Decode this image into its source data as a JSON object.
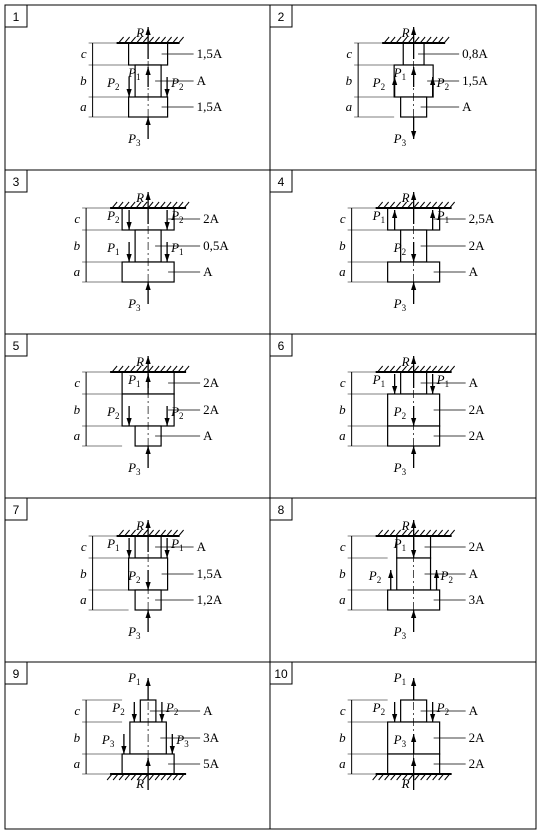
{
  "panels": [
    {
      "number": "1",
      "ground": "top",
      "dims": [
        "c",
        "b",
        "a"
      ],
      "parts": [
        {
          "area": "1,5A",
          "w": 1.5
        },
        {
          "area": "A",
          "w": 1.0
        },
        {
          "area": "1,5A",
          "w": 1.5
        }
      ],
      "forces": [
        {
          "name": "R",
          "sub": "",
          "at": "ground",
          "dir": "up",
          "side": "center"
        },
        {
          "name": "P",
          "sub": "1",
          "at": "mid0",
          "dir": "up",
          "side": "center"
        },
        {
          "name": "P",
          "sub": "2",
          "at": "b1",
          "dir": "down",
          "side": "left"
        },
        {
          "name": "P",
          "sub": "2",
          "at": "b1",
          "dir": "down",
          "side": "right"
        },
        {
          "name": "P",
          "sub": "3",
          "at": "free",
          "dir": "up",
          "side": "center"
        }
      ]
    },
    {
      "number": "2",
      "ground": "top",
      "dims": [
        "c",
        "b",
        "a"
      ],
      "parts": [
        {
          "area": "0,8A",
          "w": 0.8
        },
        {
          "area": "1,5A",
          "w": 1.5
        },
        {
          "area": "A",
          "w": 1.0
        }
      ],
      "forces": [
        {
          "name": "R",
          "sub": "",
          "at": "ground",
          "dir": "up",
          "side": "center"
        },
        {
          "name": "P",
          "sub": "1",
          "at": "mid0",
          "dir": "up",
          "side": "center"
        },
        {
          "name": "P",
          "sub": "2",
          "at": "b1",
          "dir": "up",
          "side": "left"
        },
        {
          "name": "P",
          "sub": "2",
          "at": "b1",
          "dir": "up",
          "side": "right"
        },
        {
          "name": "P",
          "sub": "3",
          "at": "free",
          "dir": "down",
          "side": "center"
        }
      ]
    },
    {
      "number": "3",
      "ground": "top",
      "dims": [
        "c",
        "b",
        "a"
      ],
      "parts": [
        {
          "area": "2A",
          "w": 2.0
        },
        {
          "area": "0,5A",
          "w": 1.0
        },
        {
          "area": "A",
          "w": 2.0
        }
      ],
      "forces": [
        {
          "name": "R",
          "sub": "",
          "at": "ground",
          "dir": "up",
          "side": "center"
        },
        {
          "name": "P",
          "sub": "2",
          "at": "b0",
          "dir": "down",
          "side": "left"
        },
        {
          "name": "P",
          "sub": "2",
          "at": "b0",
          "dir": "down",
          "side": "right"
        },
        {
          "name": "P",
          "sub": "1",
          "at": "b1",
          "dir": "down",
          "side": "left"
        },
        {
          "name": "P",
          "sub": "1",
          "at": "b1",
          "dir": "down",
          "side": "right"
        },
        {
          "name": "P",
          "sub": "3",
          "at": "free",
          "dir": "up",
          "side": "center"
        }
      ]
    },
    {
      "number": "4",
      "ground": "top",
      "dims": [
        "c",
        "b",
        "a"
      ],
      "parts": [
        {
          "area": "2,5A",
          "w": 2.0
        },
        {
          "area": "2A",
          "w": 1.0
        },
        {
          "area": "A",
          "w": 2.0
        }
      ],
      "forces": [
        {
          "name": "R",
          "sub": "",
          "at": "ground",
          "dir": "up",
          "side": "center"
        },
        {
          "name": "P",
          "sub": "1",
          "at": "b0",
          "dir": "up",
          "side": "left"
        },
        {
          "name": "P",
          "sub": "1",
          "at": "b0",
          "dir": "up",
          "side": "right"
        },
        {
          "name": "P",
          "sub": "2",
          "at": "b1",
          "dir": "down",
          "side": "center"
        },
        {
          "name": "P",
          "sub": "3",
          "at": "free",
          "dir": "up",
          "side": "center"
        }
      ]
    },
    {
      "number": "5",
      "ground": "top",
      "dims": [
        "c",
        "b",
        "a"
      ],
      "parts": [
        {
          "area": "2A",
          "w": 2.0
        },
        {
          "area": "2A",
          "w": 2.0
        },
        {
          "area": "A",
          "w": 1.0
        }
      ],
      "forces": [
        {
          "name": "R",
          "sub": "",
          "at": "ground",
          "dir": "up",
          "side": "center"
        },
        {
          "name": "P",
          "sub": "1",
          "at": "b0",
          "dir": "up",
          "side": "center"
        },
        {
          "name": "P",
          "sub": "2",
          "at": "b1",
          "dir": "down",
          "side": "left"
        },
        {
          "name": "P",
          "sub": "2",
          "at": "b1",
          "dir": "down",
          "side": "right"
        },
        {
          "name": "P",
          "sub": "3",
          "at": "free",
          "dir": "up",
          "side": "center"
        }
      ]
    },
    {
      "number": "6",
      "ground": "top",
      "dims": [
        "c",
        "b",
        "a"
      ],
      "parts": [
        {
          "area": "A",
          "w": 1.0
        },
        {
          "area": "2A",
          "w": 2.0
        },
        {
          "area": "2A",
          "w": 2.0
        }
      ],
      "forces": [
        {
          "name": "R",
          "sub": "",
          "at": "ground",
          "dir": "up",
          "side": "center"
        },
        {
          "name": "P",
          "sub": "1",
          "at": "b0",
          "dir": "down",
          "side": "left"
        },
        {
          "name": "P",
          "sub": "1",
          "at": "b0",
          "dir": "down",
          "side": "right"
        },
        {
          "name": "P",
          "sub": "2",
          "at": "b1",
          "dir": "down",
          "side": "center"
        },
        {
          "name": "P",
          "sub": "3",
          "at": "free",
          "dir": "up",
          "side": "center"
        }
      ]
    },
    {
      "number": "7",
      "ground": "top",
      "dims": [
        "c",
        "b",
        "a"
      ],
      "parts": [
        {
          "area": "A",
          "w": 1.0
        },
        {
          "area": "1,5A",
          "w": 1.5
        },
        {
          "area": "1,2A",
          "w": 1.0
        }
      ],
      "forces": [
        {
          "name": "R",
          "sub": "",
          "at": "ground",
          "dir": "up",
          "side": "center"
        },
        {
          "name": "P",
          "sub": "1",
          "at": "b0",
          "dir": "down",
          "side": "left"
        },
        {
          "name": "P",
          "sub": "1",
          "at": "b0",
          "dir": "down",
          "side": "right"
        },
        {
          "name": "P",
          "sub": "2",
          "at": "b1",
          "dir": "down",
          "side": "center"
        },
        {
          "name": "P",
          "sub": "3",
          "at": "free",
          "dir": "up",
          "side": "center"
        }
      ]
    },
    {
      "number": "8",
      "ground": "top",
      "dims": [
        "c",
        "b",
        "a"
      ],
      "parts": [
        {
          "area": "2A",
          "w": 1.3
        },
        {
          "area": "A",
          "w": 1.3
        },
        {
          "area": "3A",
          "w": 2.0
        }
      ],
      "forces": [
        {
          "name": "R",
          "sub": "",
          "at": "ground",
          "dir": "up",
          "side": "center"
        },
        {
          "name": "P",
          "sub": "1",
          "at": "b0",
          "dir": "down",
          "side": "center"
        },
        {
          "name": "P",
          "sub": "2",
          "at": "b1",
          "dir": "up",
          "side": "left"
        },
        {
          "name": "P",
          "sub": "2",
          "at": "b1",
          "dir": "up",
          "side": "right"
        },
        {
          "name": "P",
          "sub": "3",
          "at": "free",
          "dir": "up",
          "side": "center"
        }
      ]
    },
    {
      "number": "9",
      "ground": "bottom",
      "dims": [
        "c",
        "b",
        "a"
      ],
      "parts": [
        {
          "area": "A",
          "w": 0.6
        },
        {
          "area": "3A",
          "w": 1.4
        },
        {
          "area": "5A",
          "w": 2.0
        }
      ],
      "forces": [
        {
          "name": "P",
          "sub": "1",
          "at": "free",
          "dir": "up",
          "side": "center"
        },
        {
          "name": "P",
          "sub": "2",
          "at": "b0",
          "dir": "down",
          "side": "left"
        },
        {
          "name": "P",
          "sub": "2",
          "at": "b0",
          "dir": "down",
          "side": "right"
        },
        {
          "name": "P",
          "sub": "3",
          "at": "b1",
          "dir": "down",
          "side": "left"
        },
        {
          "name": "P",
          "sub": "3",
          "at": "b1",
          "dir": "down",
          "side": "right"
        },
        {
          "name": "R",
          "sub": "",
          "at": "ground",
          "dir": "up",
          "side": "center"
        }
      ]
    },
    {
      "number": "10",
      "ground": "bottom",
      "dims": [
        "c",
        "b",
        "a"
      ],
      "parts": [
        {
          "area": "A",
          "w": 1.0
        },
        {
          "area": "2A",
          "w": 2.0
        },
        {
          "area": "2A",
          "w": 2.0
        }
      ],
      "forces": [
        {
          "name": "P",
          "sub": "1",
          "at": "free",
          "dir": "up",
          "side": "center"
        },
        {
          "name": "P",
          "sub": "2",
          "at": "b0",
          "dir": "down",
          "side": "left"
        },
        {
          "name": "P",
          "sub": "2",
          "at": "b0",
          "dir": "down",
          "side": "right"
        },
        {
          "name": "P",
          "sub": "3",
          "at": "b1",
          "dir": "up",
          "side": "center"
        },
        {
          "name": "R",
          "sub": "",
          "at": "ground",
          "dir": "up",
          "side": "center"
        }
      ]
    }
  ]
}
